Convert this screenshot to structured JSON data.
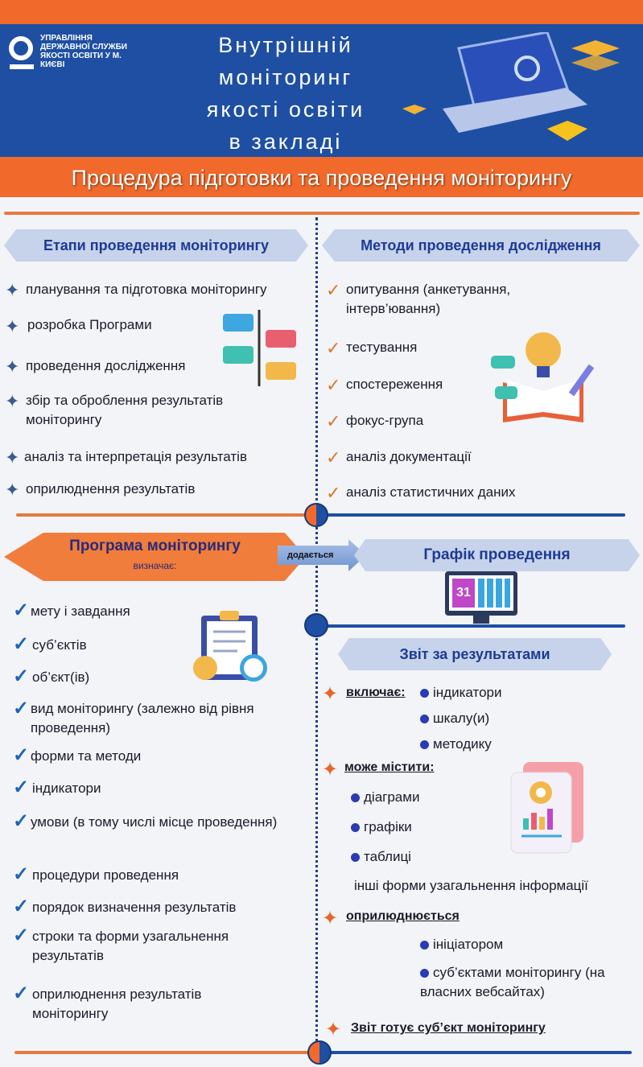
{
  "header": {
    "logo_text": "УПРАВЛІННЯ ДЕРЖАВНОЇ СЛУЖБИ ЯКОСТІ ОСВІТИ У М. КИЄВІ",
    "title": "Внутрішній\nмоніторинг\nякості освіти\nв закладі",
    "banner": "Процедура підготовки та проведення моніторингу"
  },
  "stages": {
    "title": "Етапи проведення моніторингу",
    "items": [
      "планування та підготовка моніторингу",
      "розробка Програми",
      "проведення дослідження",
      "збір та оброблення результатів моніторингу",
      "аналіз та інтерпретація результатів",
      "оприлюднення результатів"
    ]
  },
  "methods": {
    "title": "Методи проведення дослідження",
    "items": [
      "опитування (анкетування, інтерв’ювання)",
      "тестування",
      "спостереження",
      "фокус-група",
      "аналіз документації",
      "аналіз статистичних даних"
    ]
  },
  "program": {
    "title": "Програма моніторингу",
    "subtitle": "визначає:",
    "arrow": "додається",
    "items": [
      "мету і завдання",
      "суб’єктів",
      "об’єкт(ів)",
      "вид моніторингу (залежно від рівня проведення)",
      "форми та методи",
      "індикатори",
      "умови (в тому числі місце проведення)",
      "процедури проведення",
      "порядок визначення результатів",
      "строки та форми узагальнення результатів",
      "оприлюднення результатів моніторингу"
    ]
  },
  "schedule": {
    "title": "Графік проведення",
    "calendar_day": "31"
  },
  "report": {
    "title": "Звіт за результатами",
    "includes_label": "включає:",
    "includes": [
      "індикатори",
      "шкалу(и)",
      "методику"
    ],
    "may_contain_label": "може містити:",
    "may_contain": [
      "діаграми",
      "графіки",
      "таблиці"
    ],
    "other_forms": "інші форми узагальнення інформації",
    "published_label": "оприлюднюється",
    "published": [
      "ініціатором",
      "суб’єктами моніторингу (на власних вебсайтах)"
    ],
    "prepared_by": "Звіт готує суб’єкт моніторингу"
  },
  "colors": {
    "orange": "#f26a2b",
    "blue": "#1e4fa3",
    "header_bg": "#c6d3ea"
  }
}
